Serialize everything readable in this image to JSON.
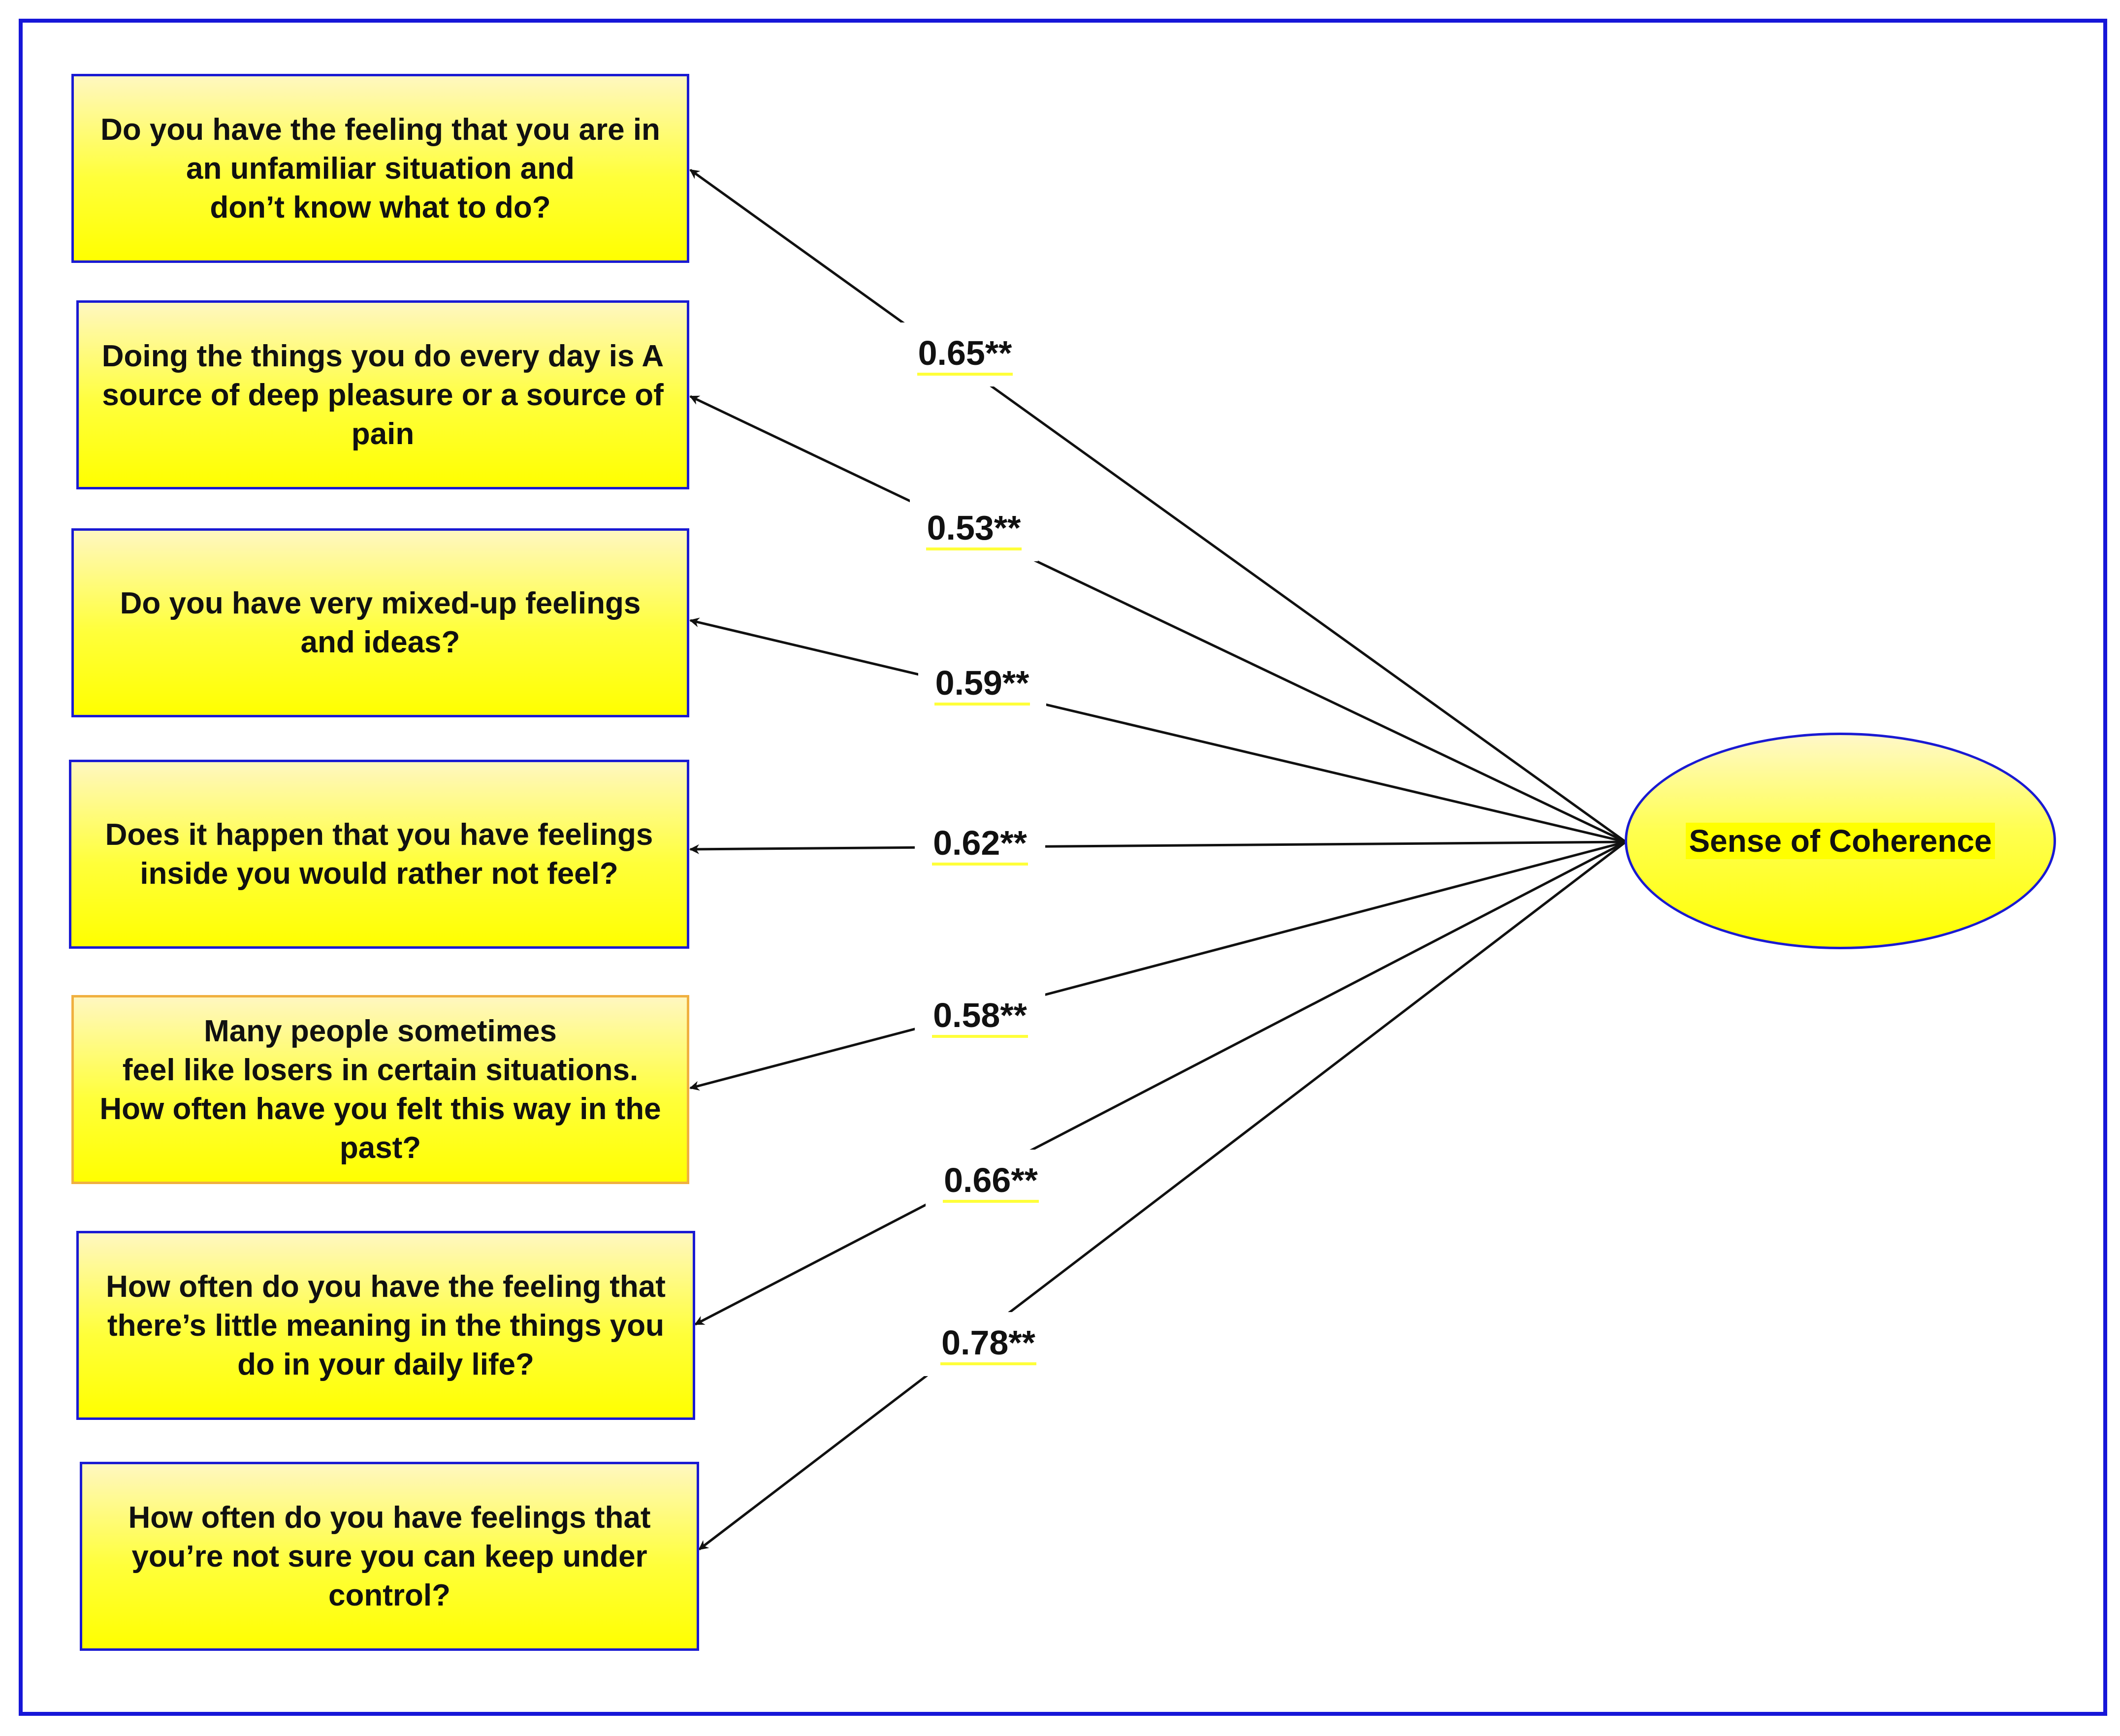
{
  "diagram": {
    "items": [
      {
        "text": "Do you have the feeling that you are in\nan unfamiliar situation and\ndon’t know what to do?",
        "loading": "0.65**"
      },
      {
        "text": "Doing the things you do every day is A\nsource of deep pleasure or a source of\npain",
        "loading": "0.53**"
      },
      {
        "text": "Do you have very mixed-up feelings\nand ideas?",
        "loading": "0.59**"
      },
      {
        "text": "Does it happen that you have feelings\ninside you would rather not feel?",
        "loading": "0.62**"
      },
      {
        "text": "Many people sometimes\nfeel like losers in certain situations.\nHow often have you felt this way in the\npast?",
        "loading": "0.58**"
      },
      {
        "text": "How often do you have the feeling that\nthere’s little meaning in the things you\ndo in your daily life?",
        "loading": "0.66**"
      },
      {
        "text": "How often do you have feelings that\nyou’re not sure you can keep under\ncontrol?",
        "loading": "0.78**"
      }
    ],
    "factor": {
      "label": "Sense of Coherence"
    }
  },
  "colors": {
    "frame": "#1616d8",
    "box_border": "#1a1ad2",
    "box_border_highlight": "#f0b040",
    "fill": "#ffff00",
    "arrow": "#111111"
  }
}
